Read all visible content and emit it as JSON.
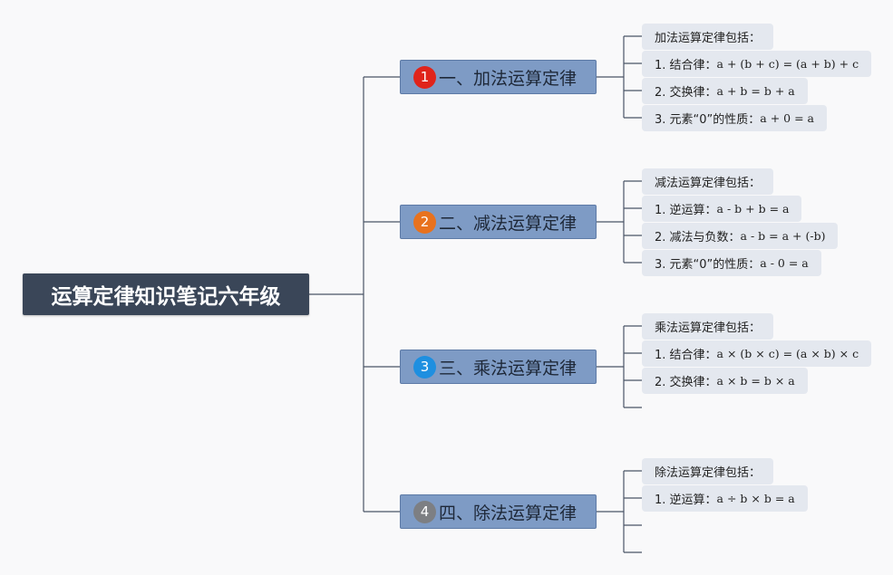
{
  "root": {
    "title": "运算定律知识笔记六年级"
  },
  "branches": [
    {
      "badge": "1",
      "badge_color": "#e0241b",
      "title": "一、加法运算定律",
      "leaves": [
        {
          "label": "加法运算定律包括：",
          "expr": ""
        },
        {
          "label": "1. 结合律：",
          "expr": "a + (b + c) = (a + b) + c"
        },
        {
          "label": "2. 交换律：",
          "expr": "a + b = b + a"
        },
        {
          "label": "3. 元素“0”的性质：",
          "expr": "a + 0 = a"
        }
      ]
    },
    {
      "badge": "2",
      "badge_color": "#e8721e",
      "title": "二、减法运算定律",
      "leaves": [
        {
          "label": "减法运算定律包括：",
          "expr": ""
        },
        {
          "label": "1. 逆运算：",
          "expr": "a - b + b = a"
        },
        {
          "label": "2. 减法与负数：",
          "expr": "a - b = a + (-b)"
        },
        {
          "label": "3. 元素“0”的性质：",
          "expr": "a - 0 = a"
        }
      ]
    },
    {
      "badge": "3",
      "badge_color": "#1e8fe0",
      "title": "三、乘法运算定律",
      "leaves": [
        {
          "label": "乘法运算定律包括：",
          "expr": ""
        },
        {
          "label": "1. 结合律：",
          "expr": "a × (b × c) = (a × b) × c"
        },
        {
          "label": "2. 交换律：",
          "expr": "a × b = b × a"
        },
        {
          "label": "",
          "expr": ""
        }
      ]
    },
    {
      "badge": "4",
      "badge_color": "#7d7f83",
      "title": "四、除法运算定律",
      "leaves": [
        {
          "label": "除法运算定律包括：",
          "expr": ""
        },
        {
          "label": "1. 逆运算：",
          "expr": "a ÷ b × b = a"
        },
        {
          "label": "",
          "expr": ""
        },
        {
          "label": "",
          "expr": ""
        }
      ]
    }
  ],
  "colors": {
    "line": "#4a5466",
    "root_bg": "#3a4658",
    "branch_bg": "#7e9bc5",
    "leaf_bg": "#e4e8ef"
  }
}
